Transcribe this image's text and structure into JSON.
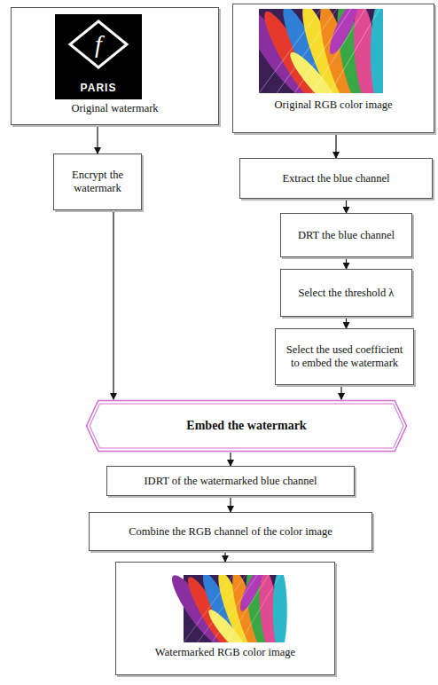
{
  "diagram": {
    "nodes": [
      {
        "text": [
          "Original watermark"
        ]
      },
      {
        "text": [
          "Original RGB color image"
        ]
      },
      {
        "text": [
          "Encrypt the watermark"
        ]
      },
      {
        "text": [
          "Extract the blue channel"
        ]
      },
      {
        "text": [
          "DRT the blue channel"
        ]
      },
      {
        "text": [
          "Select the threshold λ"
        ]
      },
      {
        "text": [
          "Select the used coefficient to embed the watermark"
        ]
      },
      {
        "text": [
          "Embed the watermark"
        ]
      },
      {
        "text": [
          "IDRT of the watermarked blue channel"
        ]
      },
      {
        "text": [
          "Combine the RGB channel of the color image"
        ]
      },
      {
        "text": [
          "Watermarked RGB color image"
        ]
      }
    ],
    "edges": [
      {
        "from": 0,
        "to": 2,
        "arrow": "to"
      },
      {
        "from": 1,
        "to": 3,
        "arrow": "to"
      },
      {
        "from": 3,
        "to": 4,
        "arrow": "to"
      },
      {
        "from": 4,
        "to": 5,
        "arrow": "to"
      },
      {
        "from": 5,
        "to": 6,
        "arrow": "to"
      },
      {
        "from": 2,
        "to": 7,
        "arrow": "to"
      },
      {
        "from": 6,
        "to": 7,
        "arrow": "to"
      },
      {
        "from": 7,
        "to": 8,
        "arrow": "to"
      },
      {
        "from": 8,
        "to": 9,
        "arrow": "to"
      },
      {
        "from": 9,
        "to": 10,
        "arrow": "to"
      }
    ],
    "labels": [
      "f",
      "PARIS"
    ]
  }
}
